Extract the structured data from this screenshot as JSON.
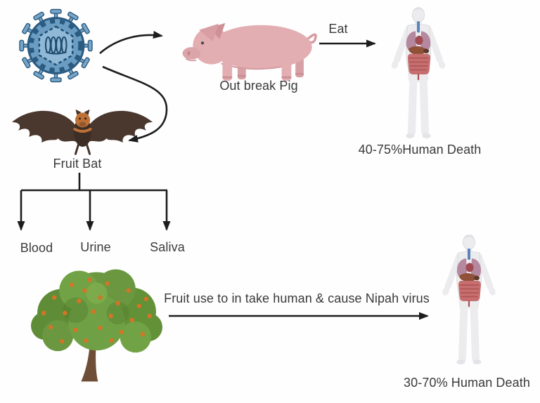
{
  "labels": {
    "fruit_bat": "Fruit Bat",
    "outbreak_pig": "Out break Pig",
    "eat": "Eat",
    "blood": "Blood",
    "urine": "Urine",
    "saliva": "Saliva",
    "fruit_transmission": "Fruit use to in take human & cause Nipah virus",
    "death_rate_pig_route": "40-75%Human Death",
    "death_rate_fruit_route": "30-70% Human Death"
  },
  "icons": {
    "virus": "nipah-virus-icon",
    "bat": "fruit-bat-icon",
    "pig": "pig-icon",
    "human_top": "infected-human-icon",
    "human_bottom": "infected-human-icon",
    "tree": "fruit-tree-icon"
  },
  "colors": {
    "background": "#fefefe",
    "arrow_black": "#1d1d1d",
    "text_gray": "#3a3a3a",
    "virus_light_blue": "#78a6c8",
    "virus_dark_blue": "#2a5a80",
    "bat_brown": "#43332a",
    "bat_head_orange": "#bd7137",
    "pig_pink": "#e3aeb1",
    "tree_green": "#6a9740",
    "fruit_orange": "#d57426",
    "trunk_brown": "#6f4e38",
    "human_body_gray": "#ececef",
    "organ_red": "#c76f70"
  }
}
